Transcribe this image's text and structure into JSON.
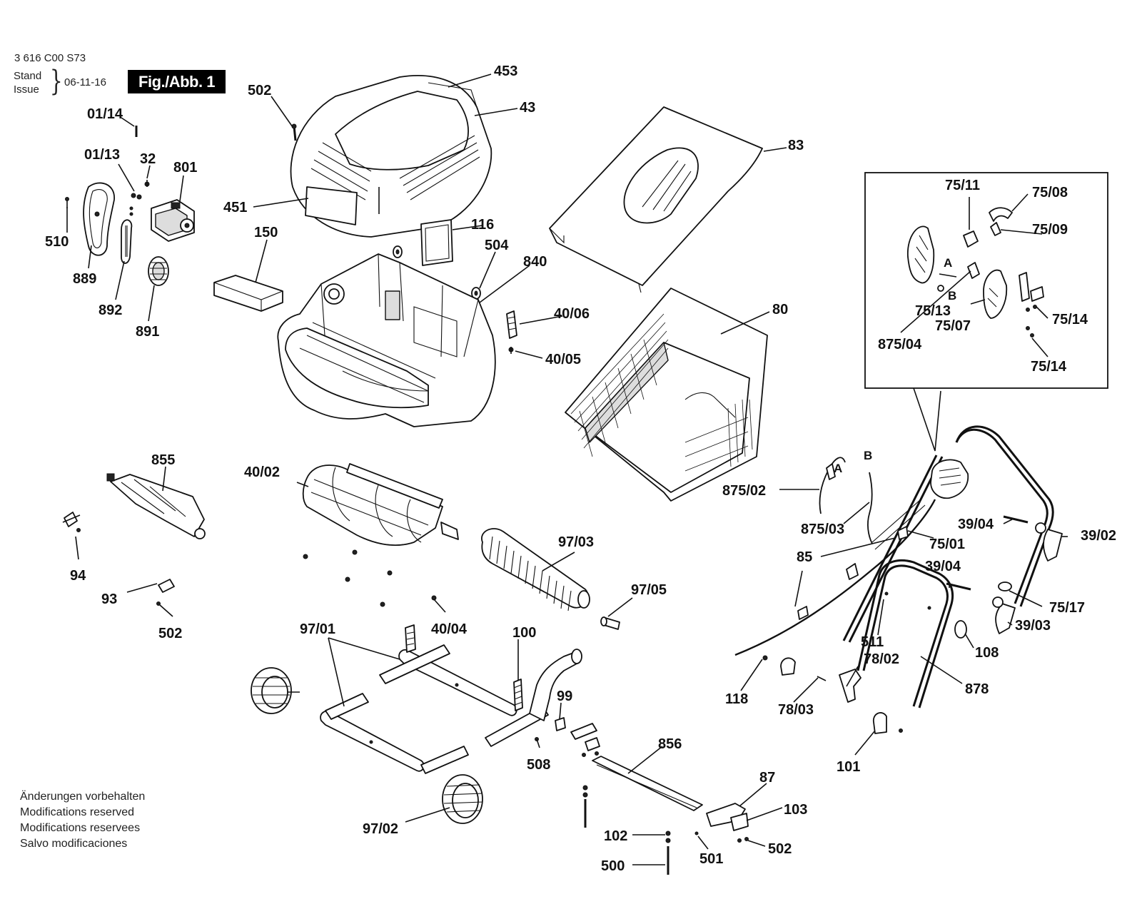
{
  "header": {
    "document_number": "3 616 C00 S73",
    "stand_label": "Stand",
    "issue_label": "Issue",
    "date": "06-11-16",
    "figure_label": "Fig./Abb. 1"
  },
  "footer_notes": [
    "Änderungen vorbehalten",
    "Modifications reserved",
    "Modifications reservees",
    "Salvo modificaciones"
  ],
  "part_labels": {
    "p453": "453",
    "p43": "43",
    "p502_top": "502",
    "p451": "451",
    "p83": "83",
    "p01_14": "01/14",
    "p01_13": "01/13",
    "p32": "32",
    "p801": "801",
    "p510": "510",
    "p889": "889",
    "p892": "892",
    "p891": "891",
    "p150": "150",
    "p116": "116",
    "p504": "504",
    "p840": "840",
    "p40_06": "40/06",
    "p40_05": "40/05",
    "p80": "80",
    "p855": "855",
    "p94": "94",
    "p93": "93",
    "p502_left": "502",
    "p40_02": "40/02",
    "p97_03": "97/03",
    "p97_05": "97/05",
    "p40_04": "40/04",
    "p97_01": "97/01",
    "p100": "100",
    "p99": "99",
    "p508": "508",
    "p97_02": "97/02",
    "p856": "856",
    "p87": "87",
    "p103": "103",
    "p102": "102",
    "p500": "500",
    "p501": "501",
    "p502_bottom": "502",
    "p875_02": "875/02",
    "p875_03": "875/03",
    "p85": "85",
    "p75_01": "75/01",
    "p39_04a": "39/04",
    "p39_02": "39/02",
    "p39_04b": "39/04",
    "p75_17": "75/17",
    "p39_03": "39/03",
    "p108": "108",
    "p511": "511",
    "p78_02": "78/02",
    "p878": "878",
    "p118": "118",
    "p78_03": "78/03",
    "p101": "101",
    "p75_11": "75/11",
    "p75_08": "75/08",
    "p75_09": "75/09",
    "p75_13": "75/13",
    "p75_07": "75/07",
    "p75_14a": "75/14",
    "p75_14b": "75/14",
    "p875_04": "875/04"
  },
  "cable_markers": {
    "a_cable": "A",
    "b_cable": "B",
    "a_inset": "A",
    "b_inset": "B"
  }
}
